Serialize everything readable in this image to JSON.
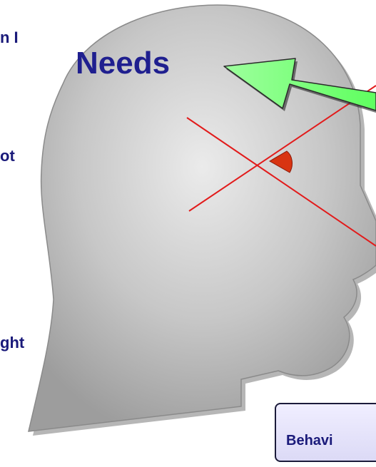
{
  "title": "Needs",
  "side_fragments": [
    "n I",
    "ot",
    "ght"
  ],
  "behavior_box": {
    "label": "Behavi"
  },
  "colors": {
    "text_blue": "#1f1f8f",
    "arrow_green": "#7cff7c",
    "cross_red": "#e21b1b",
    "head_gray": "#b8b8b8",
    "box_fill": "#e4e2fa"
  },
  "icons": [
    "head-silhouette",
    "green-arrow",
    "red-cross-lines",
    "eye-marker"
  ]
}
